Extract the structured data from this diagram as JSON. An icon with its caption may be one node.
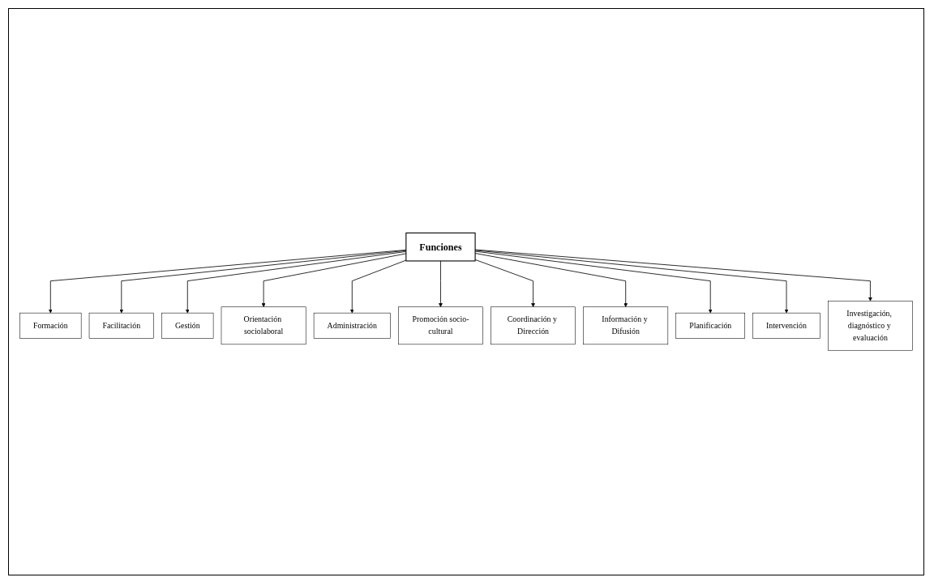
{
  "diagram": {
    "nodes": [
      {
        "text": [
          "Funciones"
        ]
      },
      {
        "text": [
          "Formación"
        ]
      },
      {
        "text": [
          "Facilitación"
        ]
      },
      {
        "text": [
          "Gestión"
        ]
      },
      {
        "text": [
          "Orientación sociolaboral"
        ]
      },
      {
        "text": [
          "Administración"
        ]
      },
      {
        "text": [
          "Promoción socio-cultural"
        ]
      },
      {
        "text": [
          "Coordinación y Dirección"
        ]
      },
      {
        "text": [
          "Información y Difusión"
        ]
      },
      {
        "text": [
          "Planificación"
        ]
      },
      {
        "text": [
          "Intervención"
        ]
      },
      {
        "text": [
          "Investigación, diagnóstico y evaluación"
        ]
      }
    ],
    "edges": [
      {
        "from": 0,
        "to": 1,
        "arrow": "to"
      },
      {
        "from": 0,
        "to": 2,
        "arrow": "to"
      },
      {
        "from": 0,
        "to": 3,
        "arrow": "to"
      },
      {
        "from": 0,
        "to": 4,
        "arrow": "to"
      },
      {
        "from": 0,
        "to": 5,
        "arrow": "to"
      },
      {
        "from": 0,
        "to": 6,
        "arrow": "to"
      },
      {
        "from": 0,
        "to": 7,
        "arrow": "to"
      },
      {
        "from": 0,
        "to": 8,
        "arrow": "to"
      },
      {
        "from": 0,
        "to": 9,
        "arrow": "to"
      },
      {
        "from": 0,
        "to": 10,
        "arrow": "to"
      },
      {
        "from": 0,
        "to": 11,
        "arrow": "to"
      }
    ]
  }
}
